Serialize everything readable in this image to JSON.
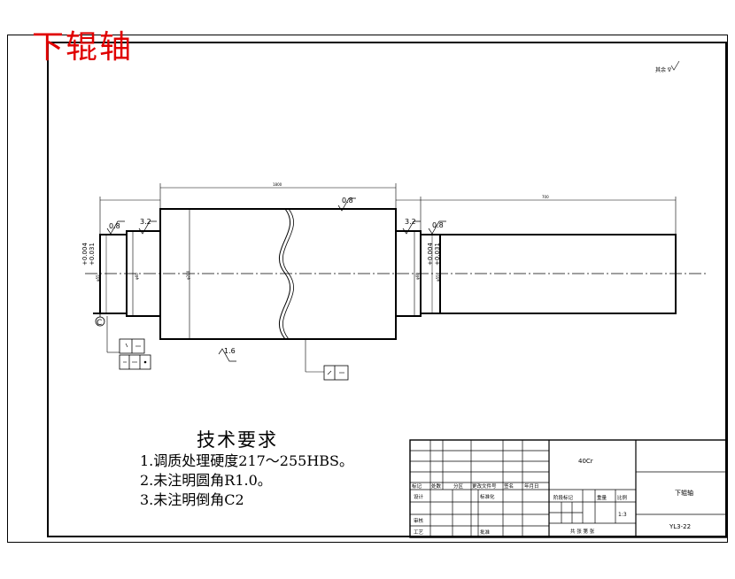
{
  "drawing": {
    "stamp_title": "下辊轴",
    "top_right_note": "其余 ∇",
    "dimensions": {
      "tol_left_upper": "+0.004",
      "tol_left_lower": "+0.031",
      "tol_right_upper": "+0.004",
      "tol_right_lower": "+0.031",
      "rough_08_a": "0.8",
      "rough_32_a": "3.2",
      "rough_08_b": "0.8",
      "rough_32_b": "3.2",
      "rough_08_c": "0.8",
      "rough_16": "1.6",
      "chamfer_label": "C"
    }
  },
  "requirements": {
    "title": "技术要求",
    "items": [
      "1.调质处理硬度217～255HBS。",
      "2.未注明圆角R1.0。",
      "3.未注明倒角C2"
    ]
  },
  "title_block": {
    "material": "40Cr",
    "part_name": "下辊轴",
    "drawing_no": "YL3-22",
    "scale": "1:3",
    "headers": {
      "mark": "标记",
      "count": "处数",
      "zone": "分区",
      "change_doc": "更改文件号",
      "sign": "签名",
      "date": "年月日",
      "design": "设计",
      "standard": "标准化",
      "review": "审核",
      "process": "工艺",
      "approve": "批准",
      "stage": "阶段标记",
      "weight": "重量",
      "ratio": "比例",
      "sheets": "共 张  第 张"
    }
  }
}
